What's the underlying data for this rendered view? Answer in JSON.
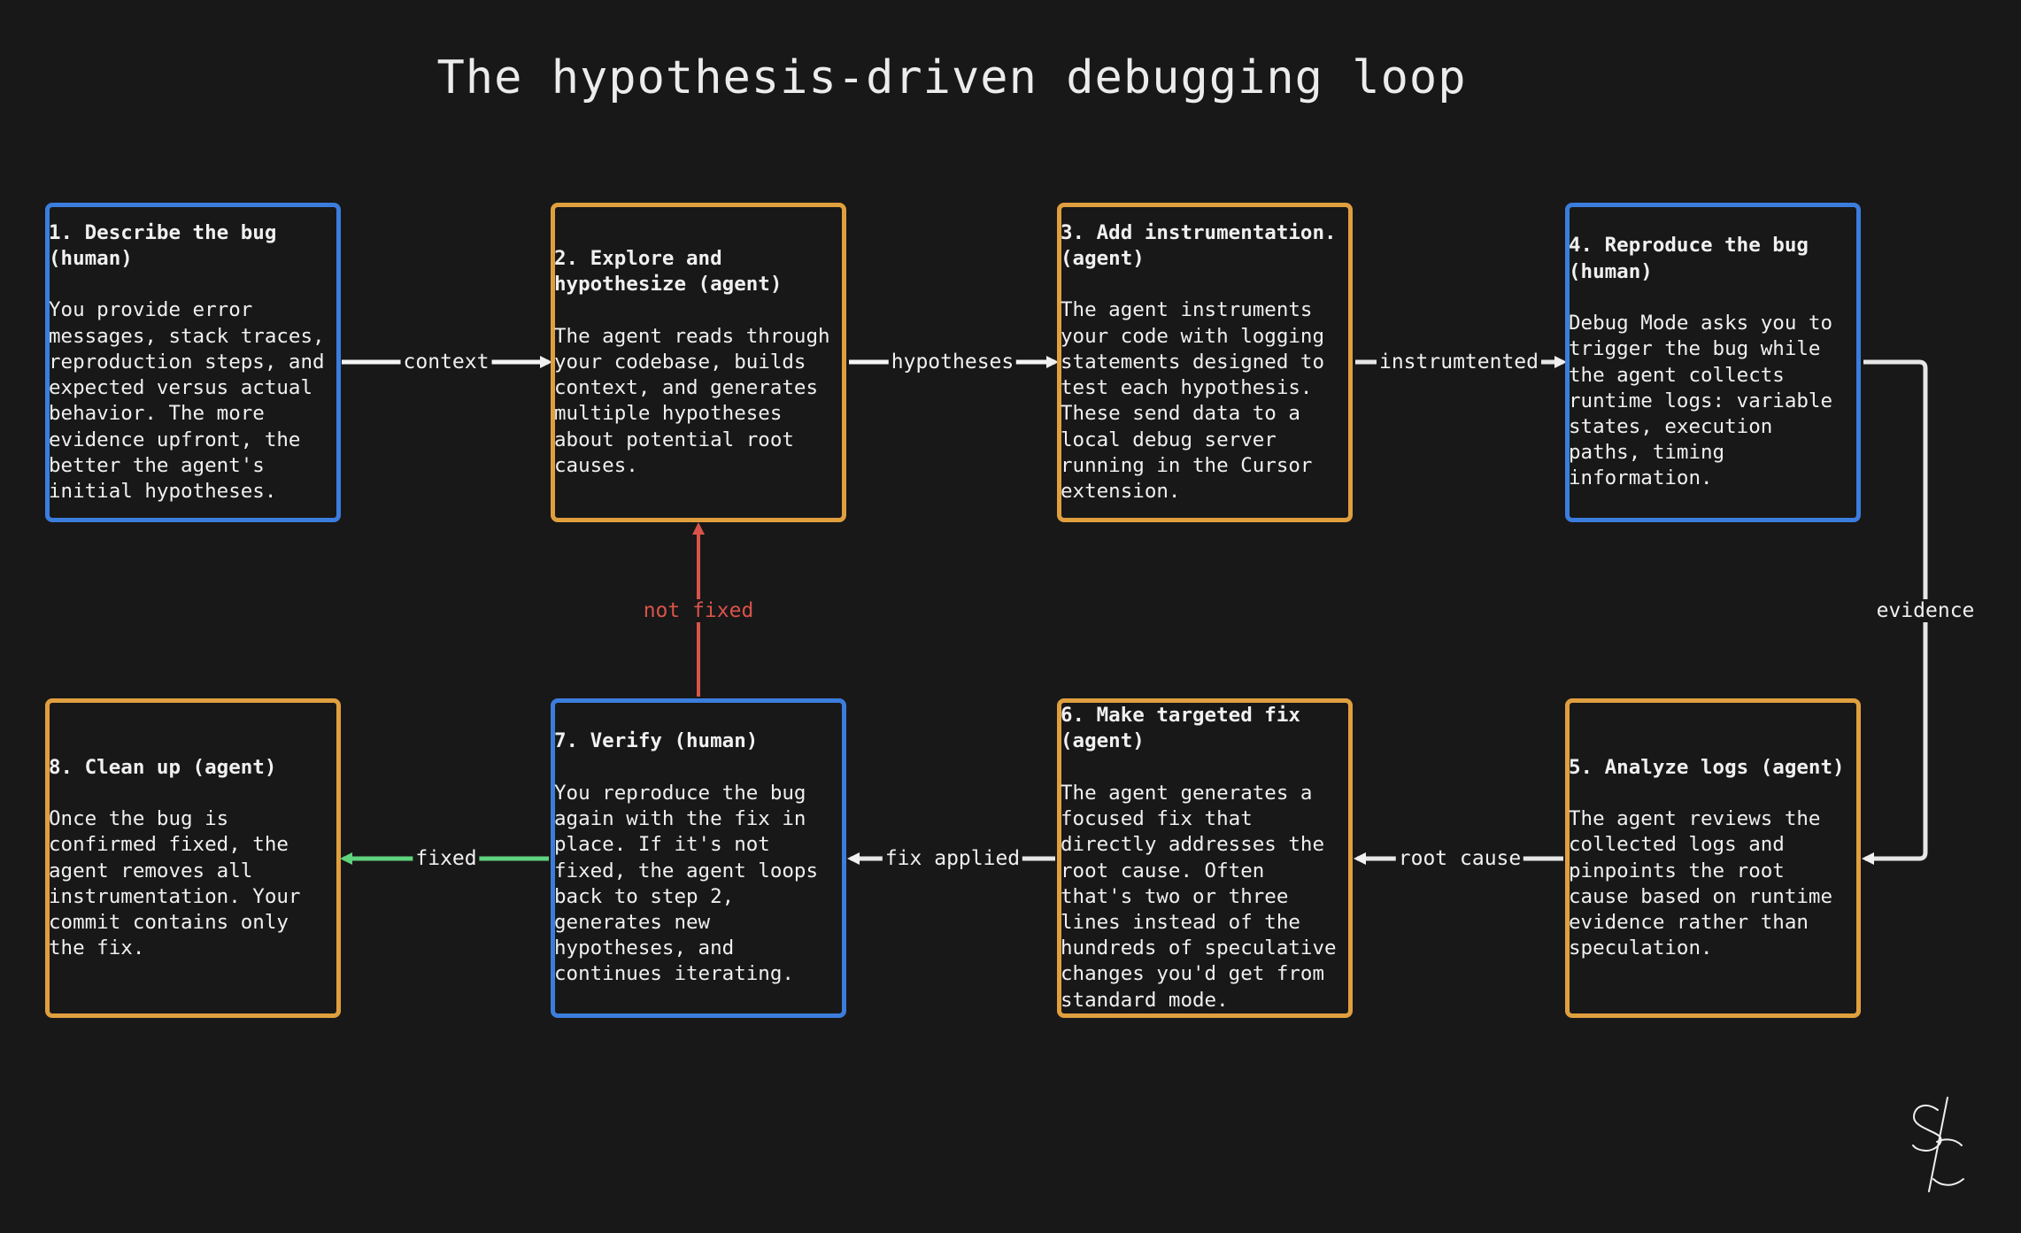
{
  "title": "The hypothesis-driven debugging loop",
  "colors": {
    "human": "#3b7ddd",
    "agent": "#e09f3e",
    "not_fixed": "#d9534a",
    "fixed": "#5fd37e",
    "flow": "#f0f0f0"
  },
  "steps": [
    {
      "title": "1. Describe the bug\n(human)",
      "body": "You provide error\nmessages, stack traces,\nreproduction steps, and\nexpected versus actual\nbehavior. The more\nevidence upfront, the\nbetter the agent's\ninitial hypotheses.",
      "actor": "human"
    },
    {
      "title": "2. Explore and\nhypothesize (agent)",
      "body": "The agent reads through\nyour codebase, builds\ncontext, and generates\nmultiple hypotheses\nabout potential root\ncauses.",
      "actor": "agent"
    },
    {
      "title": "3. Add instrumentation.\n(agent)",
      "body": "The agent instruments\nyour code with logging\nstatements designed to\ntest each hypothesis.\nThese send data to a\nlocal debug server\nrunning in the Cursor\nextension.",
      "actor": "agent"
    },
    {
      "title": "4. Reproduce the bug\n(human)",
      "body": "Debug Mode asks you to\ntrigger the bug while\nthe agent collects\nruntime logs: variable\nstates, execution\npaths, timing\ninformation.",
      "actor": "human"
    },
    {
      "title": "5. Analyze logs (agent)",
      "body": "The agent reviews the\ncollected logs and\npinpoints the root\ncause based on runtime\nevidence rather than\nspeculation.",
      "actor": "agent"
    },
    {
      "title": "6. Make targeted fix\n(agent)",
      "body": "The agent generates a\nfocused fix that\ndirectly addresses the\nroot cause. Often\nthat's two or three\nlines instead of the\nhundreds of speculative\nchanges you'd get from\nstandard mode.",
      "actor": "agent"
    },
    {
      "title": "7. Verify (human)",
      "body": "You reproduce the bug\nagain with the fix in\nplace. If it's not\nfixed, the agent loops\nback to step 2,\ngenerates new\nhypotheses, and\ncontinues iterating.",
      "actor": "human"
    },
    {
      "title": "8. Clean up (agent)",
      "body": "Once the bug is\nconfirmed fixed, the\nagent removes all\ninstrumentation. Your\ncommit contains only\nthe fix.",
      "actor": "agent"
    }
  ],
  "edges": {
    "context": "context",
    "hypotheses": "hypotheses",
    "instrumented": "instrumtented",
    "evidence": "evidence",
    "root_cause": "root cause",
    "fix_applied": "fix applied",
    "fixed": "fixed",
    "not_fixed": "not fixed"
  },
  "logo": "SC"
}
